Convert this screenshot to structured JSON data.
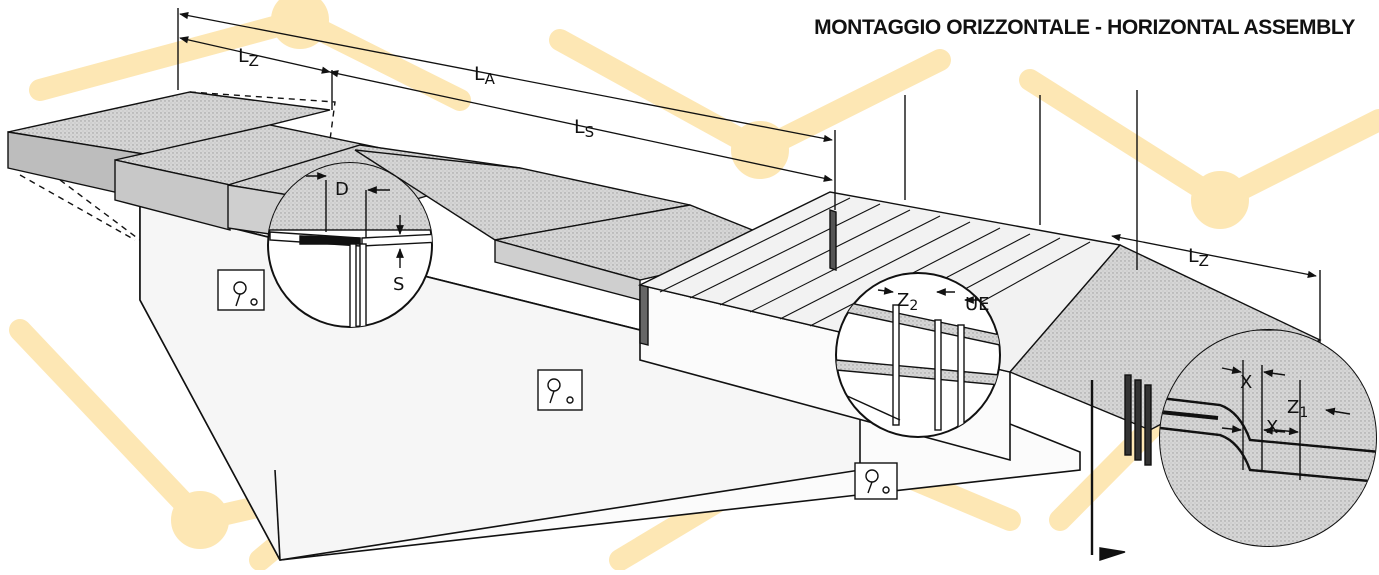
{
  "title": "MONTAGGIO ORIZZONTALE - HORIZONTAL ASSEMBLY",
  "colors": {
    "background_pattern": "#fde9b8",
    "bellows_fill": "#d9d9d9",
    "box_fill": "#fbfbfb",
    "line": "#111111"
  },
  "dimensions": {
    "lz_left": {
      "main": "L",
      "sub": "Z"
    },
    "la": {
      "main": "L",
      "sub": "A"
    },
    "ls": {
      "main": "L",
      "sub": "S"
    },
    "lz_right": {
      "main": "L",
      "sub": "Z"
    }
  },
  "details": {
    "detail_1": {
      "d": "D",
      "s": "S"
    },
    "detail_2": {
      "z2_main": "Z",
      "z2_sub": "2",
      "ue": "UE"
    },
    "detail_3": {
      "x_top": "X",
      "x_bottom": "X",
      "z1_main": "Z",
      "z1_sub": "1"
    }
  }
}
